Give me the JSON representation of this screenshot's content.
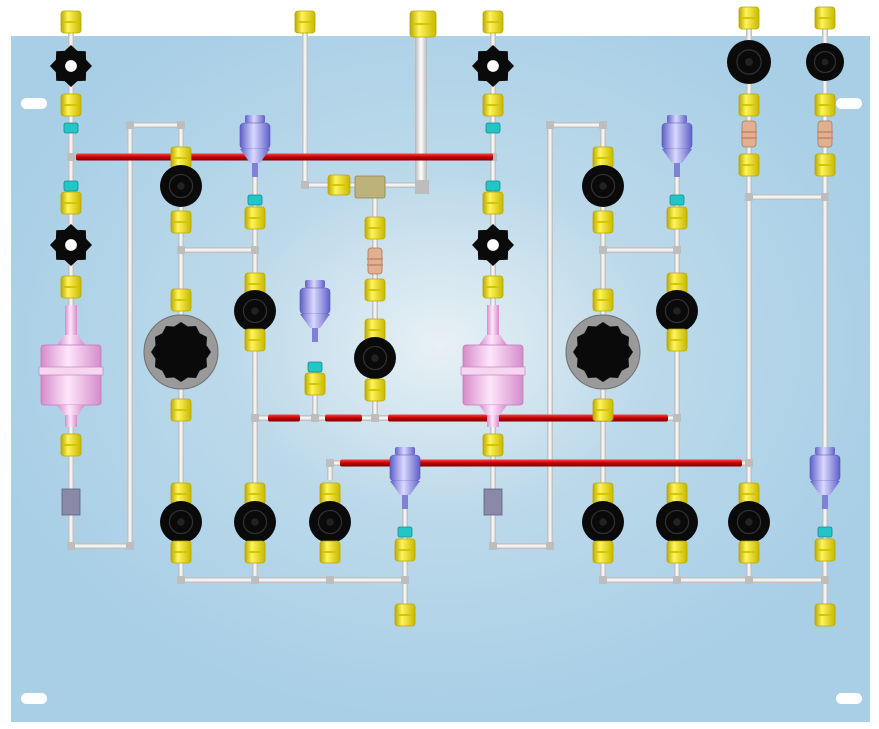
{
  "colors": {
    "panel": "#a8cfe6",
    "panel_glow": "#e8f1f5",
    "fitting": "#f2ea00",
    "fitting_dark": "#b8a800",
    "valve_knob": "#0a0a0a",
    "tube": "#e6e6e6",
    "manifold_red": "#c40000",
    "filter_pink": "#f0b8e6",
    "regulator_blue": "#8f8fe8",
    "spacer_cyan": "#23c6c6",
    "block_gray": "#8a8aa8",
    "orifice_tan": "#e0b090",
    "mounting_slot": "#ffffff"
  },
  "components": {
    "panel": "gas-panel-plate",
    "manifolds": [
      "upper-red-manifold",
      "middle-red-manifold",
      "lower-red-manifold"
    ],
    "icons": [
      "hex-knob-icon",
      "round-valve-icon",
      "filter-housing-icon",
      "pressure-regulator-icon",
      "orifice-icon",
      "tee-block-icon",
      "fitting-nut-icon"
    ]
  }
}
